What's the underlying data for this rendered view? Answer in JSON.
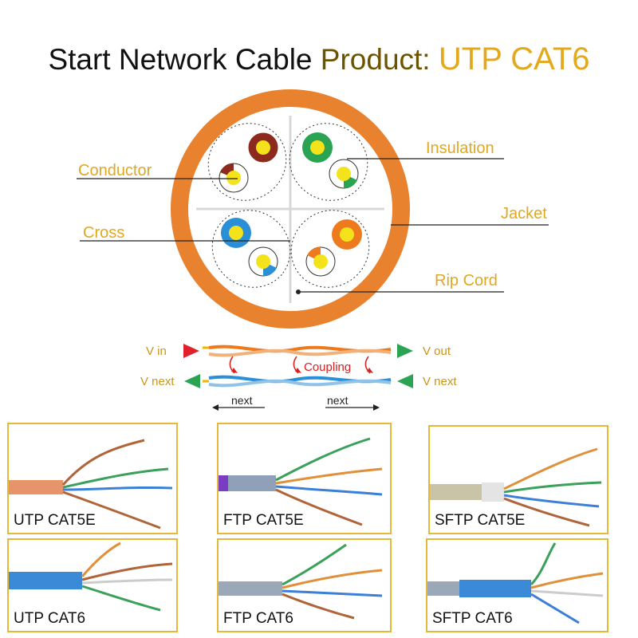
{
  "title": {
    "main": "Start Network Cable",
    "product_label": "Product:",
    "product_value": "UTP CAT6"
  },
  "cross_section_labels": {
    "conductor": "Conductor",
    "insulation": "Insulation",
    "cross": "Cross",
    "jacket": "Jacket",
    "rip_cord": "Rip Cord"
  },
  "signal_diagram": {
    "v_in": "V  in",
    "v_out": "V out",
    "v_next_left": "V next",
    "v_next_right": "V next",
    "coupling": "Coupling",
    "next_left": "next",
    "next_right": "next"
  },
  "cable_types": [
    {
      "label": "UTP CAT5E"
    },
    {
      "label": "FTP CAT5E"
    },
    {
      "label": "SFTP CAT5E"
    },
    {
      "label": "UTP CAT6"
    },
    {
      "label": "FTP CAT6"
    },
    {
      "label": "SFTP CAT6"
    }
  ],
  "colors": {
    "jacket": "#e8822e",
    "label_gold": "#e0a822",
    "box_border": "#e4b83a",
    "pair_brown": "#8b2a1d",
    "pair_green": "#2aa353",
    "pair_blue": "#2b8fd8",
    "pair_orange": "#ee7a1e",
    "conductor": "#f4e21a"
  }
}
